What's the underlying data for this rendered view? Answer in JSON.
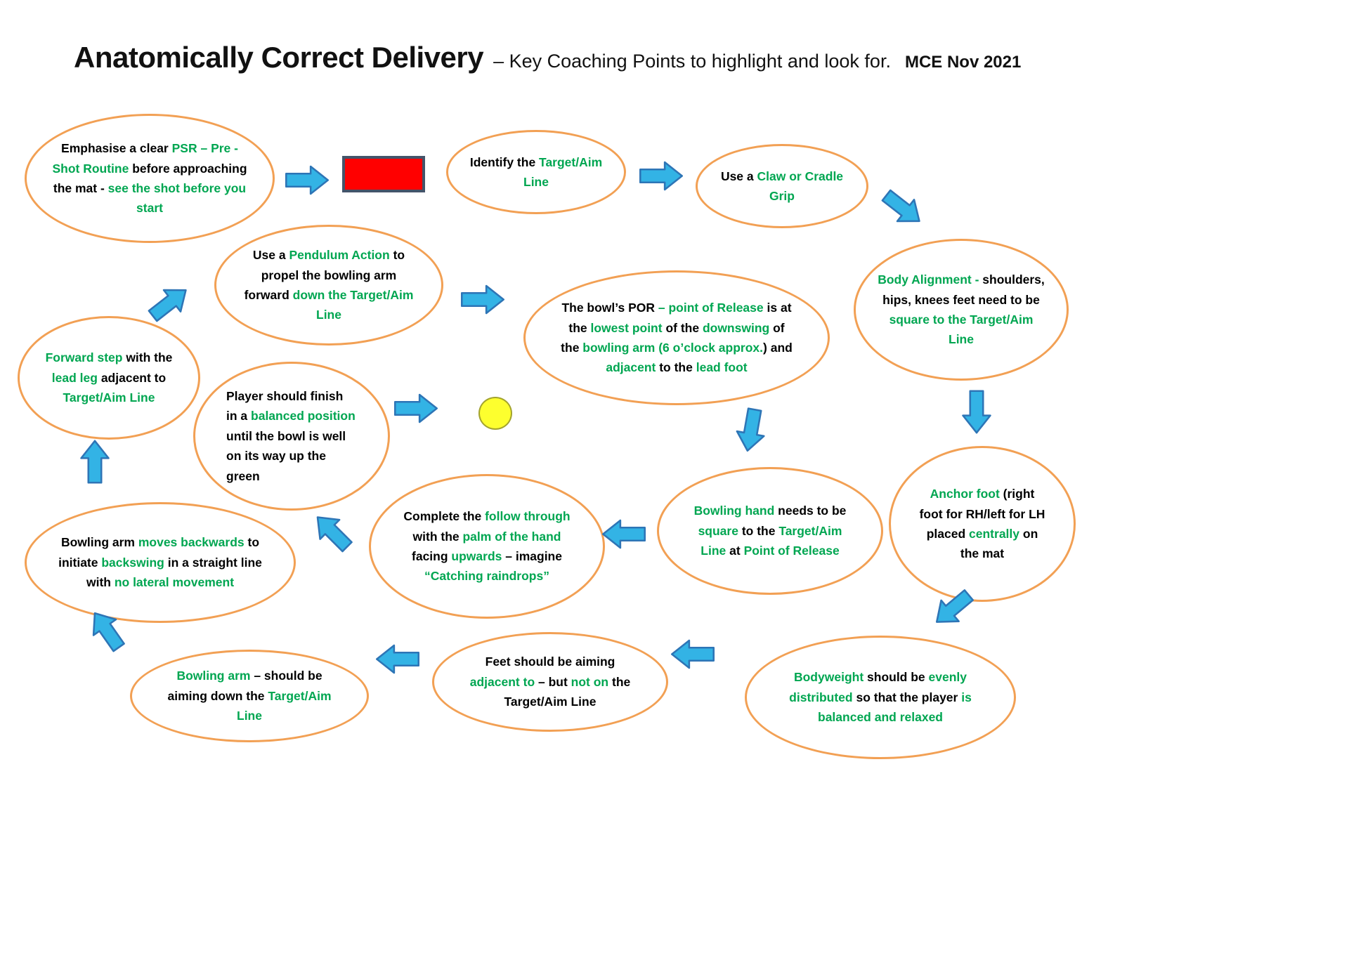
{
  "title": {
    "main": "Anatomically Correct Delivery",
    "subtitle": "– Key Coaching Points to highlight and look for.",
    "date": "MCE Nov 2021"
  },
  "colors": {
    "orange": "#F2A054",
    "green": "#00A651",
    "arrow-fill": "#33B3E5",
    "arrow-stroke": "#2E75B6",
    "mat-fill": "#FF0000",
    "mat-border": "#44546A",
    "jack-fill": "#FDFF2E",
    "jack-border": "#A3A32E"
  },
  "shapes": {
    "mat": "red delivery mat",
    "jack": "yellow jack"
  },
  "nodes": {
    "psr": {
      "segments": [
        {
          "t": "Emphasise a clear ",
          "c": "k"
        },
        {
          "t": "PSR – Pre -Shot Routine",
          "c": "g"
        },
        {
          "t": " before approaching the mat - ",
          "c": "k"
        },
        {
          "t": "see the shot before you start",
          "c": "g"
        }
      ]
    },
    "identify": {
      "segments": [
        {
          "t": "Identify the ",
          "c": "k"
        },
        {
          "t": "Target/Aim Line",
          "c": "g"
        }
      ]
    },
    "grip": {
      "segments": [
        {
          "t": "Use a ",
          "c": "k"
        },
        {
          "t": "Claw or Cradle Grip",
          "c": "g"
        }
      ]
    },
    "body": {
      "segments": [
        {
          "t": "Body Alignment -",
          "c": "g"
        },
        {
          "t": " shoulders, hips, knees feet need to be ",
          "c": "k"
        },
        {
          "t": "square to the Target/Aim Line",
          "c": "g"
        }
      ]
    },
    "pendulum": {
      "segments": [
        {
          "t": "Use a ",
          "c": "k"
        },
        {
          "t": "Pendulum Action",
          "c": "g"
        },
        {
          "t": " to propel the bowling arm forward ",
          "c": "k"
        },
        {
          "t": "down the Target/Aim Line",
          "c": "g"
        }
      ]
    },
    "por": {
      "segments": [
        {
          "t": "The bowl’s POR ",
          "c": "k"
        },
        {
          "t": "– point of Release",
          "c": "g"
        },
        {
          "t": " is at the ",
          "c": "k"
        },
        {
          "t": "lowest point",
          "c": "g"
        },
        {
          "t": " of the ",
          "c": "k"
        },
        {
          "t": "downswing",
          "c": "g"
        },
        {
          "t": " of the ",
          "c": "k"
        },
        {
          "t": "bowling arm (6 o’clock approx.",
          "c": "g"
        },
        {
          "t": ") and ",
          "c": "k"
        },
        {
          "t": "adjacent",
          "c": "g"
        },
        {
          "t": " to the ",
          "c": "k"
        },
        {
          "t": "lead foot",
          "c": "g"
        }
      ]
    },
    "forward": {
      "segments": [
        {
          "t": "Forward step",
          "c": "g"
        },
        {
          "t": " with the ",
          "c": "k"
        },
        {
          "t": "lead leg",
          "c": "g"
        },
        {
          "t": " adjacent to ",
          "c": "k"
        },
        {
          "t": "Target/Aim Line",
          "c": "g"
        }
      ]
    },
    "finish": {
      "segments": [
        {
          "t": "Player should finish in a ",
          "c": "k"
        },
        {
          "t": "balanced position",
          "c": "g"
        },
        {
          "t": " until the bowl is well on its way up the green",
          "c": "k"
        }
      ]
    },
    "hand": {
      "segments": [
        {
          "t": "Bowling hand",
          "c": "g"
        },
        {
          "t": " needs to be ",
          "c": "k"
        },
        {
          "t": "square",
          "c": "g"
        },
        {
          "t": " to the ",
          "c": "k"
        },
        {
          "t": "Target/Aim Line",
          "c": "g"
        },
        {
          "t": " at ",
          "c": "k"
        },
        {
          "t": "Point of Release",
          "c": "g"
        }
      ]
    },
    "anchor": {
      "segments": [
        {
          "t": "Anchor foot",
          "c": "g"
        },
        {
          "t": " (right foot for RH/left for LH placed ",
          "c": "k"
        },
        {
          "t": "centrally",
          "c": "g"
        },
        {
          "t": " on the mat",
          "c": "k"
        }
      ]
    },
    "backswing": {
      "segments": [
        {
          "t": "Bowling arm ",
          "c": "k"
        },
        {
          "t": "moves backwards",
          "c": "g"
        },
        {
          "t": " to initiate ",
          "c": "k"
        },
        {
          "t": "backswing",
          "c": "g"
        },
        {
          "t": " in a straight line with ",
          "c": "k"
        },
        {
          "t": "no lateral movement",
          "c": "g"
        }
      ]
    },
    "follow": {
      "segments": [
        {
          "t": "Complete the ",
          "c": "k"
        },
        {
          "t": "follow through",
          "c": "g"
        },
        {
          "t": " with the ",
          "c": "k"
        },
        {
          "t": "palm of the hand",
          "c": "g"
        },
        {
          "t": " facing ",
          "c": "k"
        },
        {
          "t": "upwards",
          "c": "g"
        },
        {
          "t": " – imagine ",
          "c": "k"
        },
        {
          "t": "“Catching raindrops”",
          "c": "g"
        }
      ]
    },
    "aimarm": {
      "segments": [
        {
          "t": "Bowling arm",
          "c": "g"
        },
        {
          "t": " – should be aiming down the ",
          "c": "k"
        },
        {
          "t": "Target/Aim Line",
          "c": "g"
        }
      ]
    },
    "feet": {
      "segments": [
        {
          "t": "Feet should be aiming ",
          "c": "k"
        },
        {
          "t": "adjacent to",
          "c": "g"
        },
        {
          "t": " – but ",
          "c": "k"
        },
        {
          "t": "not on",
          "c": "g"
        },
        {
          "t": " the Target/Aim Line",
          "c": "k"
        }
      ]
    },
    "weight": {
      "segments": [
        {
          "t": "Bodyweight",
          "c": "g"
        },
        {
          "t": " should be ",
          "c": "k"
        },
        {
          "t": "evenly distributed",
          "c": "g"
        },
        {
          "t": " so that the player ",
          "c": "k"
        },
        {
          "t": "is balanced and relaxed",
          "c": "g"
        }
      ]
    }
  }
}
